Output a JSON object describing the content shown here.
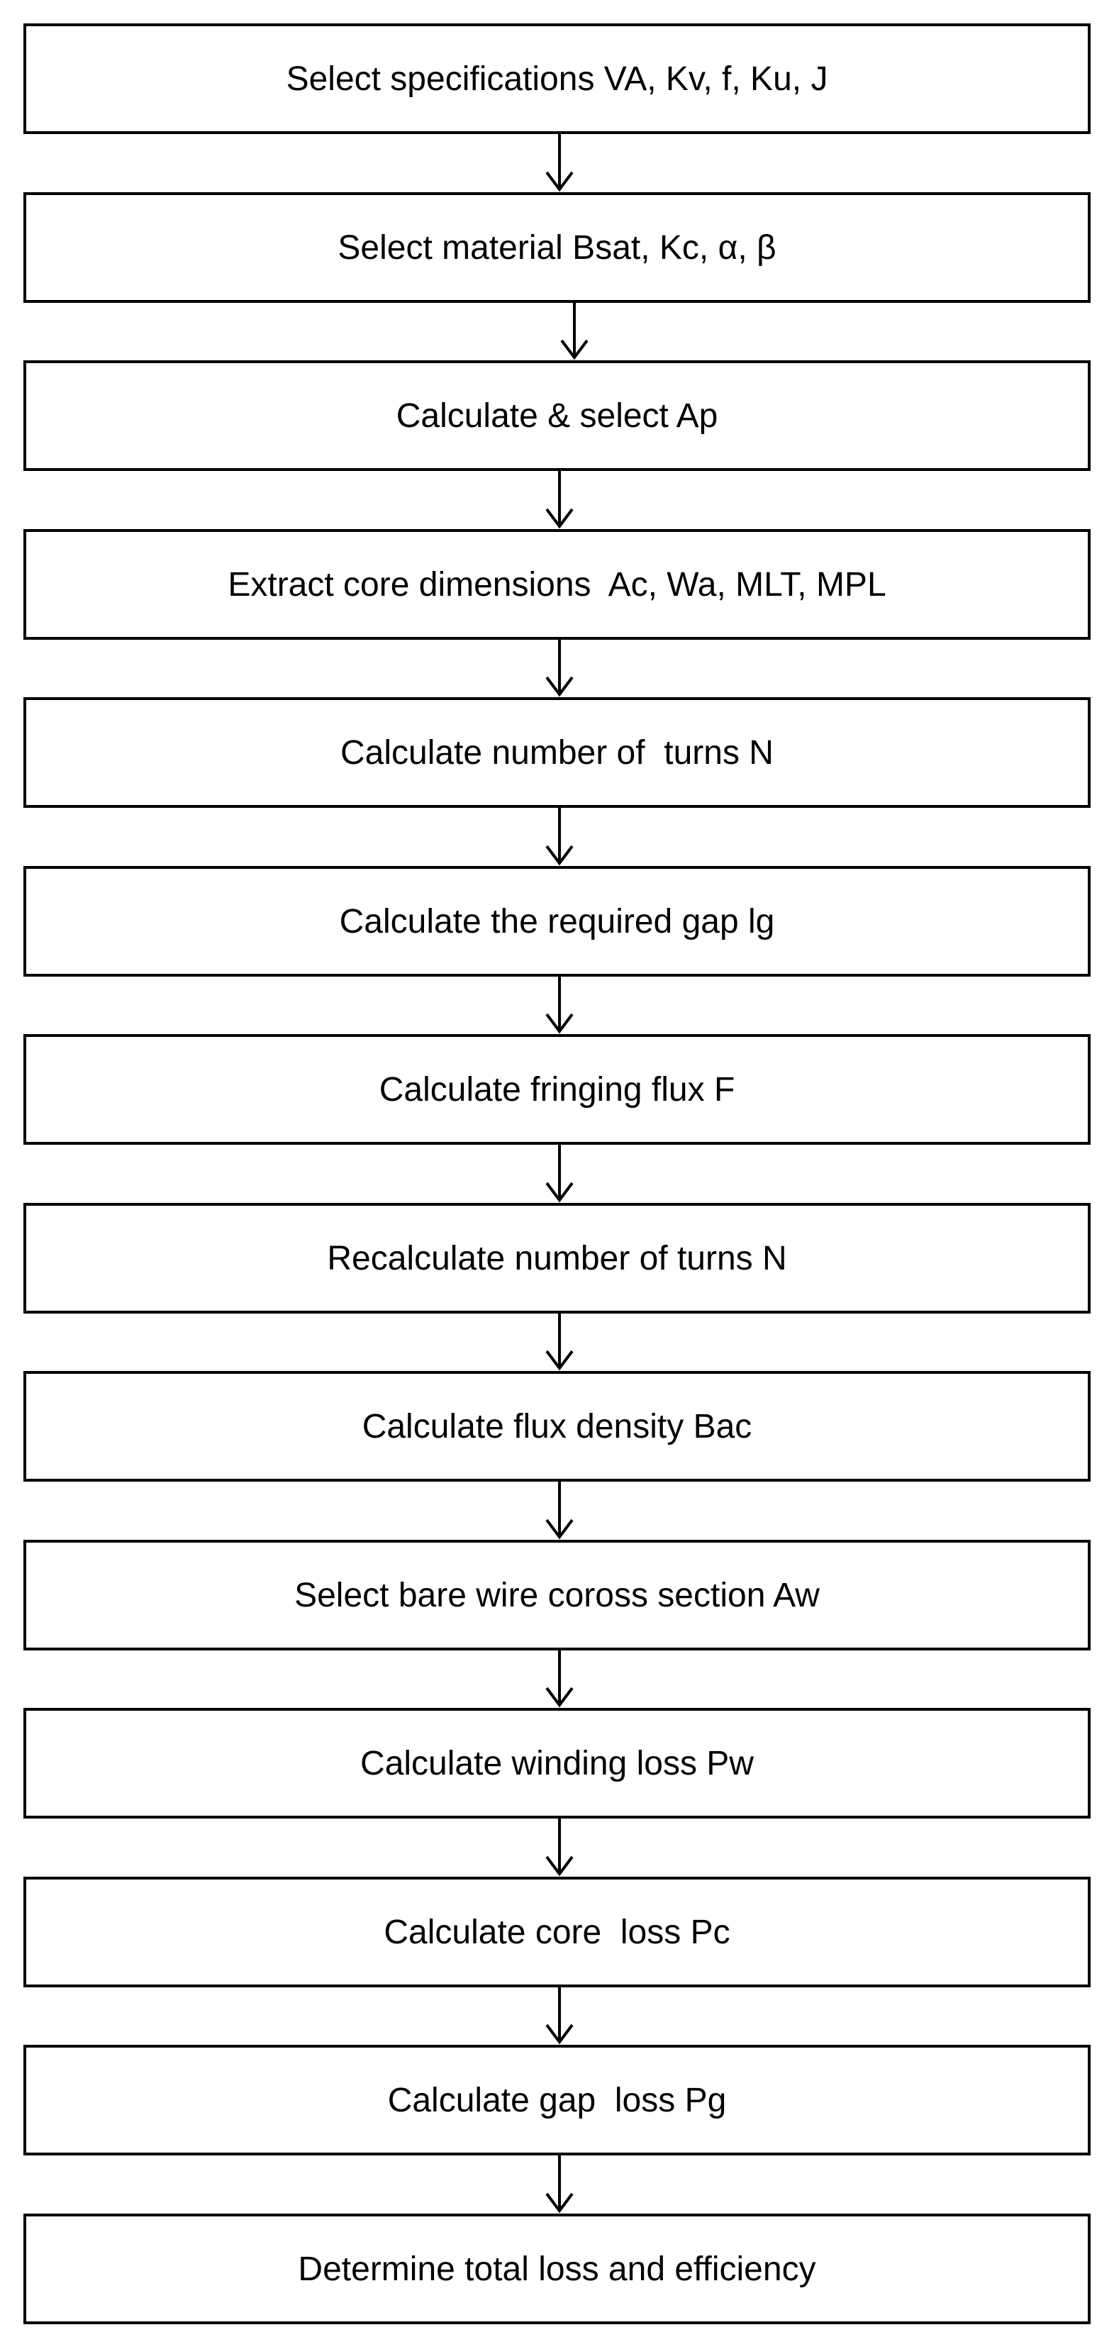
{
  "steps": [
    "Select specifications VA, Kv, f, Ku, J",
    "Select material Bsat, Kc, α, β",
    "Calculate & select Ap",
    "Extract core dimensions  Ac, Wa, MLT, MPL",
    "Calculate number of  turns N",
    "Calculate the required gap lg",
    "Calculate fringing flux F",
    "Recalculate number of turns N",
    "Calculate flux density Bac",
    "Select bare wire coross section Aw",
    "Calculate winding loss Pw",
    "Calculate core  loss Pc",
    "Calculate gap  loss Pg",
    "Determine total loss and efficiency"
  ],
  "colors": {
    "stroke": "#000000",
    "background": "#ffffff",
    "text": "#000000"
  }
}
